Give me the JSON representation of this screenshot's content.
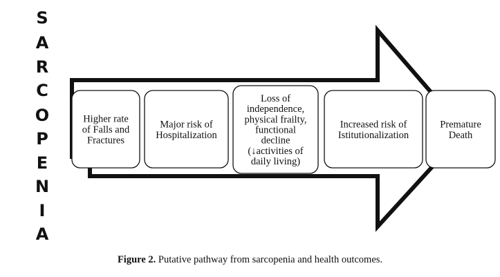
{
  "side_letters": [
    "S",
    "A",
    "R",
    "C",
    "O",
    "P",
    "E",
    "N",
    "I",
    "A"
  ],
  "steps": [
    {
      "lines": [
        "Higher rate",
        "of Falls and",
        "Fractures"
      ]
    },
    {
      "lines": [
        "Major risk of",
        "Hospitalization"
      ]
    },
    {
      "lines": [
        "Loss of",
        "independence,",
        "physical frailty,",
        "functional",
        "decline",
        "(↓activities of",
        "daily living)"
      ]
    },
    {
      "lines": [
        "Increased risk of",
        "Istitutionalization"
      ]
    },
    {
      "lines": [
        "Premature",
        "Death"
      ]
    }
  ],
  "caption": {
    "label": "Figure 2.",
    "text": "Putative pathway from sarcopenia and health outcomes."
  }
}
